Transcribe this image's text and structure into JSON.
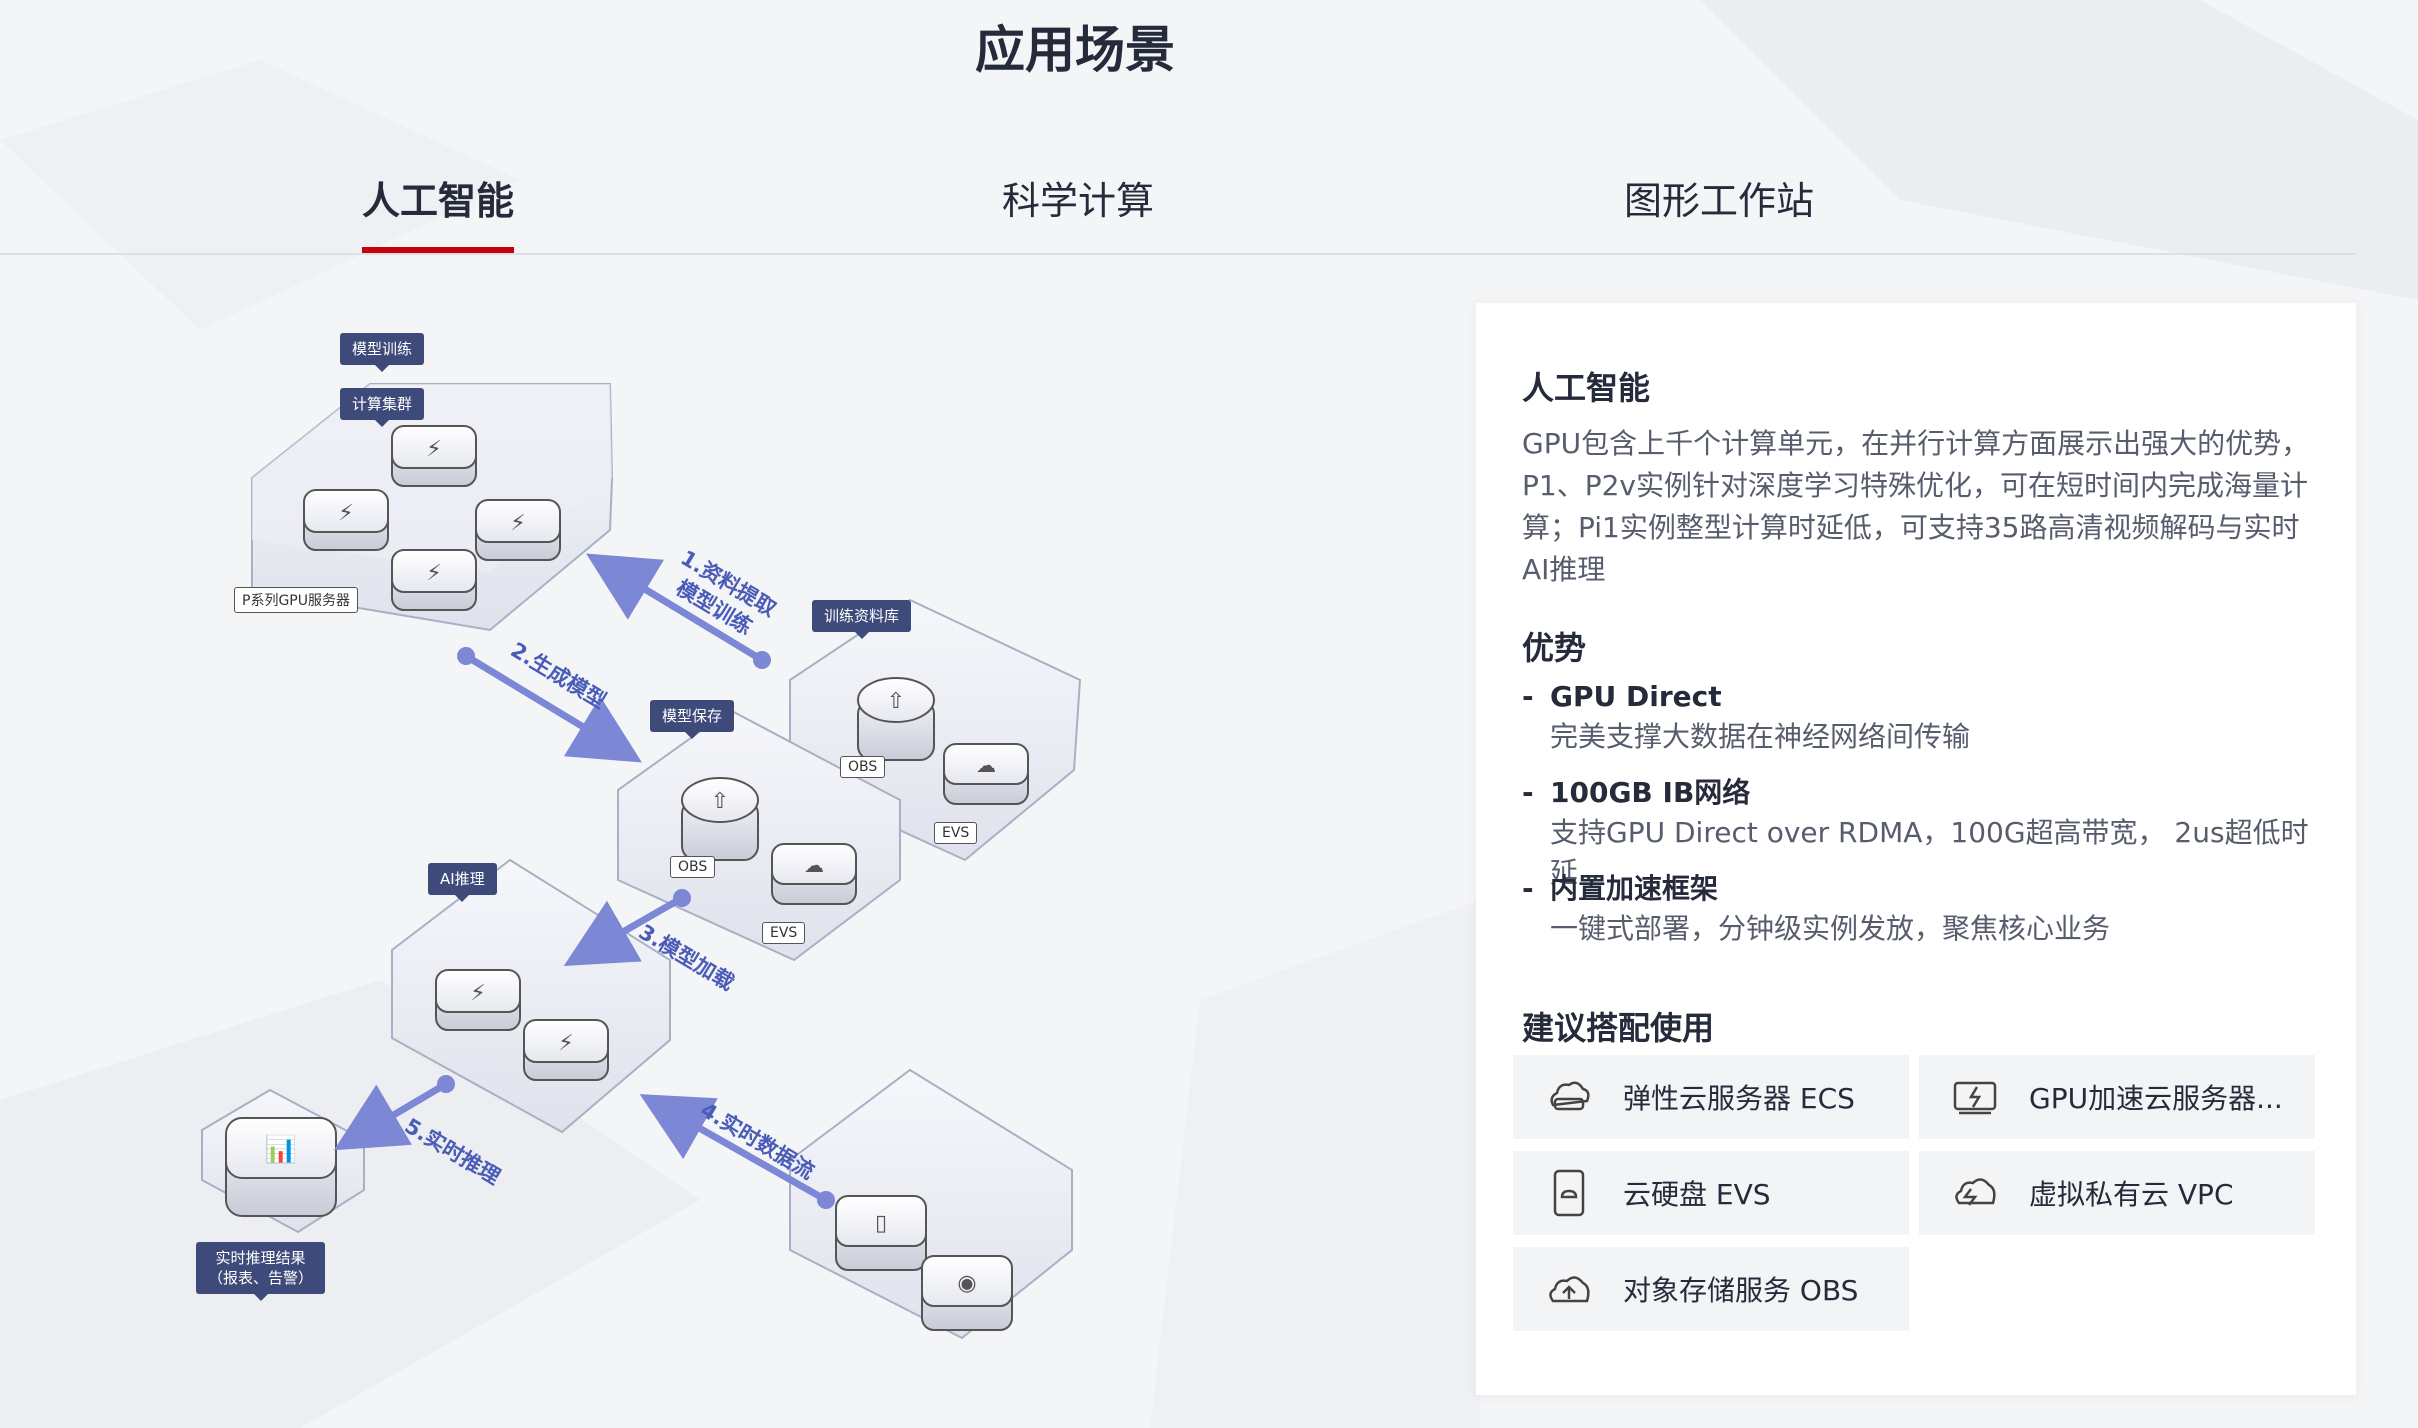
{
  "page": {
    "title": "应用场景"
  },
  "tabs": [
    {
      "label": "人工智能",
      "active": true
    },
    {
      "label": "科学计算",
      "active": false
    },
    {
      "label": "图形工作站",
      "active": false
    }
  ],
  "diagram": {
    "tags": {
      "train": "模型训练",
      "cluster": "计算集群",
      "dataset": "训练资料库",
      "save": "模型保存",
      "infer": "AI推理",
      "result_1": "实时推理结果",
      "result_2": "（报表、告警）"
    },
    "labels": {
      "gpu_server": "P系列GPU服务器",
      "obs": "OBS",
      "evs": "EVS"
    },
    "steps": {
      "s1_a": "1.资料提取",
      "s1_b": "模型训练",
      "s2": "2.生成模型",
      "s3": "3.模型加载",
      "s4": "4.实时数据流",
      "s5": "5.实时推理"
    }
  },
  "panel": {
    "title": "人工智能",
    "description": "GPU包含上千个计算单元，在并行计算方面展示出强大的优势，P1、P2v实例针对深度学习特殊优化，可在短时间内完成海量计算；Pi1实例整型计算时延低，可支持35路高清视频解码与实时AI推理",
    "advantages_title": "优势",
    "advantages": [
      {
        "title": "GPU Direct",
        "desc": "完美支撑大数据在神经网络间传输"
      },
      {
        "title": "100GB IB网络",
        "desc": "支持GPU Direct over RDMA，100G超高带宽， 2us超低时延"
      },
      {
        "title": "内置加速框架",
        "desc": "一键式部署，分钟级实例发放，聚焦核心业务"
      }
    ],
    "dash": "-",
    "recommend_title": "建议搭配使用",
    "products": [
      {
        "label": "弹性云服务器 ECS",
        "icon": "ecs-icon"
      },
      {
        "label": "GPU加速云服务器...",
        "icon": "gpu-icon"
      },
      {
        "label": "云硬盘 EVS",
        "icon": "evs-icon"
      },
      {
        "label": "虚拟私有云 VPC",
        "icon": "vpc-icon"
      },
      {
        "label": "对象存储服务 OBS",
        "icon": "obs-icon"
      }
    ]
  },
  "colors": {
    "accent": "#c7000b",
    "arrow": "#7c87d6",
    "tag_bg": "#3d4a7a",
    "panel_bg": "#ffffff",
    "product_bg": "#f3f4f6"
  }
}
